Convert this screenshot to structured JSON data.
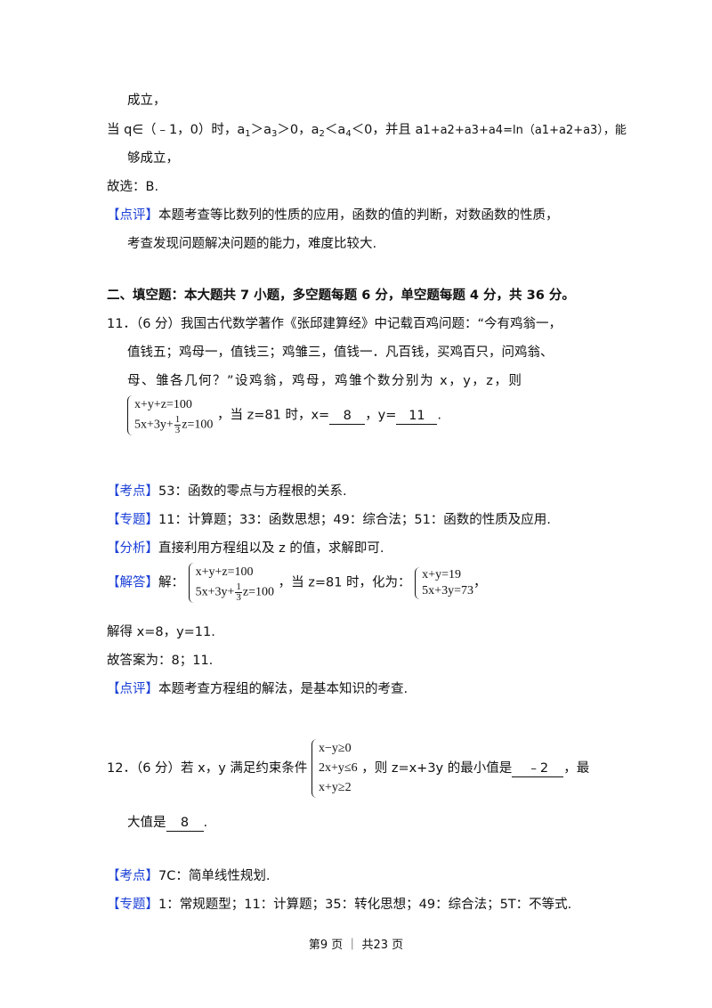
{
  "p1_l1": "成立，",
  "p1_l2_pre": "当 q∈（﹣1，0）时，a",
  "p1_l2_a": "1",
  "p1_l2_b": "＞a",
  "p1_l2_c": "3",
  "p1_l2_d": "＞0，a",
  "p1_l2_e": "2",
  "p1_l2_f": "＜a",
  "p1_l2_g": "4",
  "p1_l2_h": "＜0，并且 a",
  "p1_l2_tail": "1+a2+a3+a4=ln（a1+a2+a3），能",
  "p1_l3": "够成立，",
  "p1_l4": "故选：B.",
  "tag_dianping": "【点评】",
  "p1_comment1": "本题考查等比数列的性质的应用，函数的值的判断，对数函数的性质，",
  "p1_comment2": "考查发现问题解决问题的能力，难度比较大.",
  "section2_title": "二、填空题：本大题共 7 小题，多空题每题 6 分，单空题每题 4 分，共 36 分。",
  "q11_l1": "11．（6 分）我国古代数学著作《张邱建算经》中记载百鸡问题：“今有鸡翁一，",
  "q11_l2": "值钱五；鸡母一，值钱三；鸡雏三，值钱一．凡百钱，买鸡百只，问鸡翁、",
  "q11_l3": "母、雏各几何？”设鸡翁，鸡母，鸡雏个数分别为 x，y，z，则",
  "q11_eq1": "x+y+z=100",
  "q11_eq2_a": "5x+3y+",
  "q11_frac_num": "1",
  "q11_frac_den": "3",
  "q11_eq2_b": "z=100",
  "q11_cond": "，当 z=81 时，x=",
  "q11_ans_x": "8",
  "q11_mid": "，y=",
  "q11_ans_y": "11",
  "q11_end": ".",
  "tag_kaodian": "【考点】",
  "q11_kaodian": "53：函数的零点与方程根的关系.",
  "tag_zhuanti": "【专题】",
  "q11_zhuanti": "11：计算题；33：函数思想；49：综合法；51：函数的性质及应用.",
  "tag_fenxi": "【分析】",
  "q11_fenxi": "直接利用方程组以及 z 的值，求解即可.",
  "tag_jieda": "【解答】",
  "q11_jie": "解：",
  "q11_sol_cond": "，当 z=81 时，化为：",
  "q11_sol_eq1": "x+y=19",
  "q11_sol_eq2": "5x+3y=73",
  "q11_sol_end": "，",
  "q11_jiede": "解得 x=8，y=11.",
  "q11_answer": "故答案为：8；11.",
  "q11_comment": "本题考查方程组的解法，是基本知识的考查.",
  "q12_pre": "12．（6 分）若 x，y 满足约束条件",
  "q12_c1": "x−y≥0",
  "q12_c2": "2x+y≤6",
  "q12_c3": "x+y≥2",
  "q12_mid": "，则 z=x+3y 的最小值是",
  "q12_ans_min": "﹣2",
  "q12_tail": "，最",
  "q12_l2_pre": "大值是",
  "q12_ans_max": "8",
  "q12_l2_end": ".",
  "q12_kaodian": "7C：简单线性规划.",
  "q12_zhuanti": "1：常规题型；11：计算题；35：转化思想；49：综合法；5T：不等式.",
  "footer": "第9 页 ｜ 共23 页"
}
